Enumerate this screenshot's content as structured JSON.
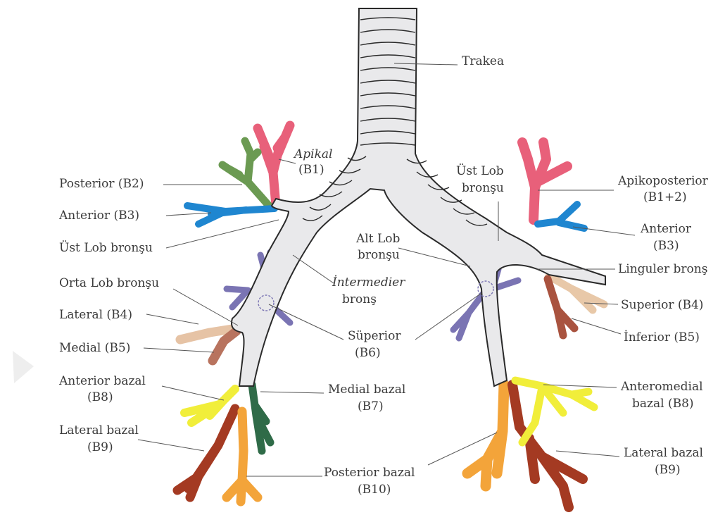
{
  "colors": {
    "apical": "#e8607a",
    "posterior": "#6b9a52",
    "anterior": "#1f86d0",
    "superior_b6": "#7a74b3",
    "lateral_b4": "#e6c3a5",
    "medial_b5": "#b8735e",
    "anterior_bazal": "#f1ee3a",
    "medial_bazal": "#2f6b48",
    "lateral_bazal": "#a43a22",
    "posterior_bazal": "#f3a43a",
    "lingula_superior": "#e8c8a8",
    "lingula_inferior": "#a9533f",
    "airway_fill": "#e9e9eb",
    "outline": "#2a2a2a",
    "text": "#3a3a3a"
  },
  "labels": {
    "trakea": "Trakea",
    "apikal_1": "Apikal",
    "apikal_2": "(B1)",
    "posterior_b2": "Posterior (B2)",
    "anterior_b3_r": "Anterior (B3)",
    "ust_lob_r": "Üst Lob bronşu",
    "orta_lob": "Orta Lob bronşu",
    "lateral_b4": "Lateral (B4)",
    "medial_b5": "Medial (B5)",
    "anterior_bazal_1": "Anterior bazal",
    "anterior_bazal_2": "(B8)",
    "lateral_bazal_r_1": "Lateral bazal",
    "lateral_bazal_r_2": "(B9)",
    "intermedier_1": "İntermedier",
    "intermedier_2": "bronş",
    "superior_b6_1": "Süperior",
    "superior_b6_2": "(B6)",
    "medial_bazal_1": "Medial bazal",
    "medial_bazal_2": "(B7)",
    "posterior_bazal_1": "Posterior bazal",
    "posterior_bazal_2": "(B10)",
    "ust_lob_l_1": "Üst Lob",
    "ust_lob_l_2": "bronşu",
    "alt_lob_1": "Alt Lob",
    "alt_lob_2": "bronşu",
    "apikoposterior_1": "Apikoposterior",
    "apikoposterior_2": "(B1+2)",
    "anterior_b3_l_1": "Anterior",
    "anterior_b3_l_2": "(B3)",
    "linguler": "Linguler bronş",
    "superior_b4": "Superior (B4)",
    "inferior_b5": "İnferior (B5)",
    "anteromedial_1": "Anteromedial",
    "anteromedial_2": "bazal (B8)",
    "lateral_bazal_l_1": "Lateral bazal",
    "lateral_bazal_l_2": "(B9)"
  }
}
